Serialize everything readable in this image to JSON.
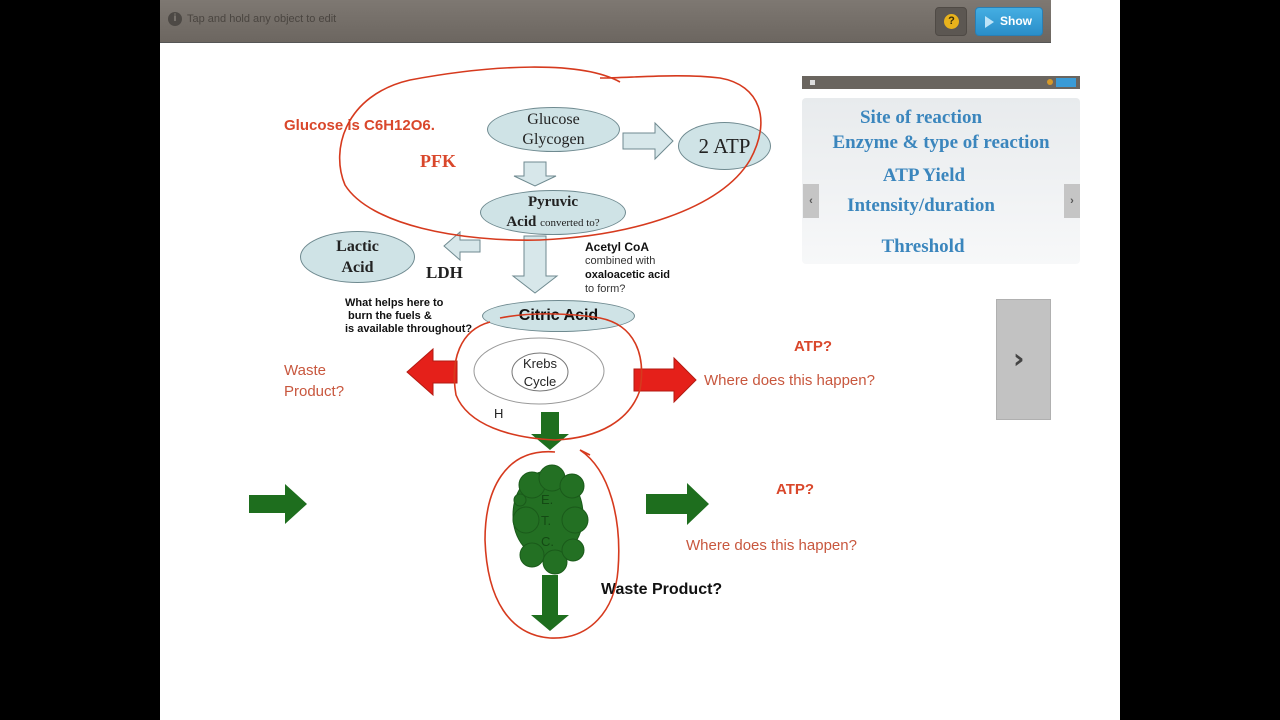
{
  "toolbar": {
    "hint": "Tap and hold any object to edit",
    "info_icon": "info-icon",
    "help_label": "?",
    "show_label": "Show"
  },
  "diagram": {
    "glucose_formula": "Glucose is C6H12O6.",
    "pfk": "PFK",
    "glucose": "Glucose",
    "glycogen": "Glycogen",
    "atp_yield_glycolysis": "2 ATP",
    "pyruvic": "Pyruvic",
    "acid": "Acid",
    "converted_to": "converted to?",
    "lactic": "Lactic",
    "lactic_acid": "Acid",
    "ldh": "LDH",
    "acetyl_coa": "Acetyl CoA",
    "combined_with": "combined with",
    "oxaloacetic": "oxaloacetic acid",
    "to_form": "to form?",
    "question_lines": [
      "What helps here to",
      " burn the fuels &",
      "is available throughout?"
    ],
    "citric_acid": "Citric Acid",
    "krebs": "Krebs",
    "cycle": "Cycle",
    "waste1": "Waste",
    "waste2": "Product?",
    "h_label": "H",
    "krebs_atp": "ATP?",
    "krebs_where": "Where does this happen?",
    "etc_letters": [
      "E.",
      "T.",
      "C."
    ],
    "etc_atp": "ATP?",
    "etc_where": "Where does this happen?",
    "etc_waste": "Waste Product?"
  },
  "thumbnail": {
    "lines": [
      "Site of reaction",
      "Enzyme & type of reaction",
      "ATP Yield",
      "Intensity/duration",
      "Threshold"
    ],
    "prev": "‹",
    "next": "›"
  },
  "nav": {
    "next": "›"
  },
  "colors": {
    "annotation": "#d63a1e",
    "green_arrow": "#1e6e1e",
    "red_arrow": "#e5201a",
    "accent": "#3b86bd"
  }
}
